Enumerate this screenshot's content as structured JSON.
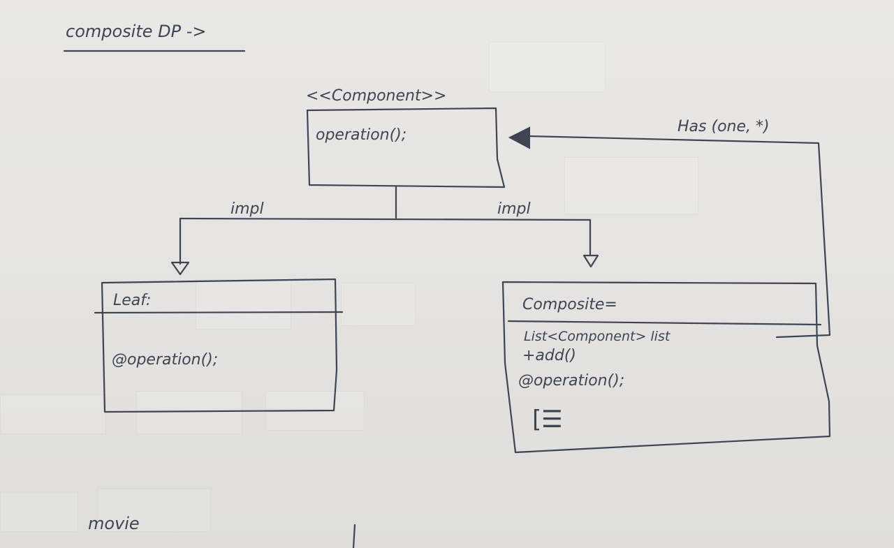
{
  "page": {
    "title": "composite DP ->",
    "bottom_note": "movie"
  },
  "component": {
    "stereotype": "<<Component>>",
    "operation": "operation();"
  },
  "relations": {
    "impl_left": "impl",
    "impl_right": "impl",
    "has": "Has (one, *)"
  },
  "leaf": {
    "name": "Leaf:",
    "method": "@operation();"
  },
  "composite": {
    "name": "Composite=",
    "field": "List<Component> list",
    "add": "+add()",
    "method": "@operation();",
    "body_mark": "[☰"
  },
  "colors": {
    "paper": "#e6e5e3",
    "ink": "#3f4453"
  }
}
